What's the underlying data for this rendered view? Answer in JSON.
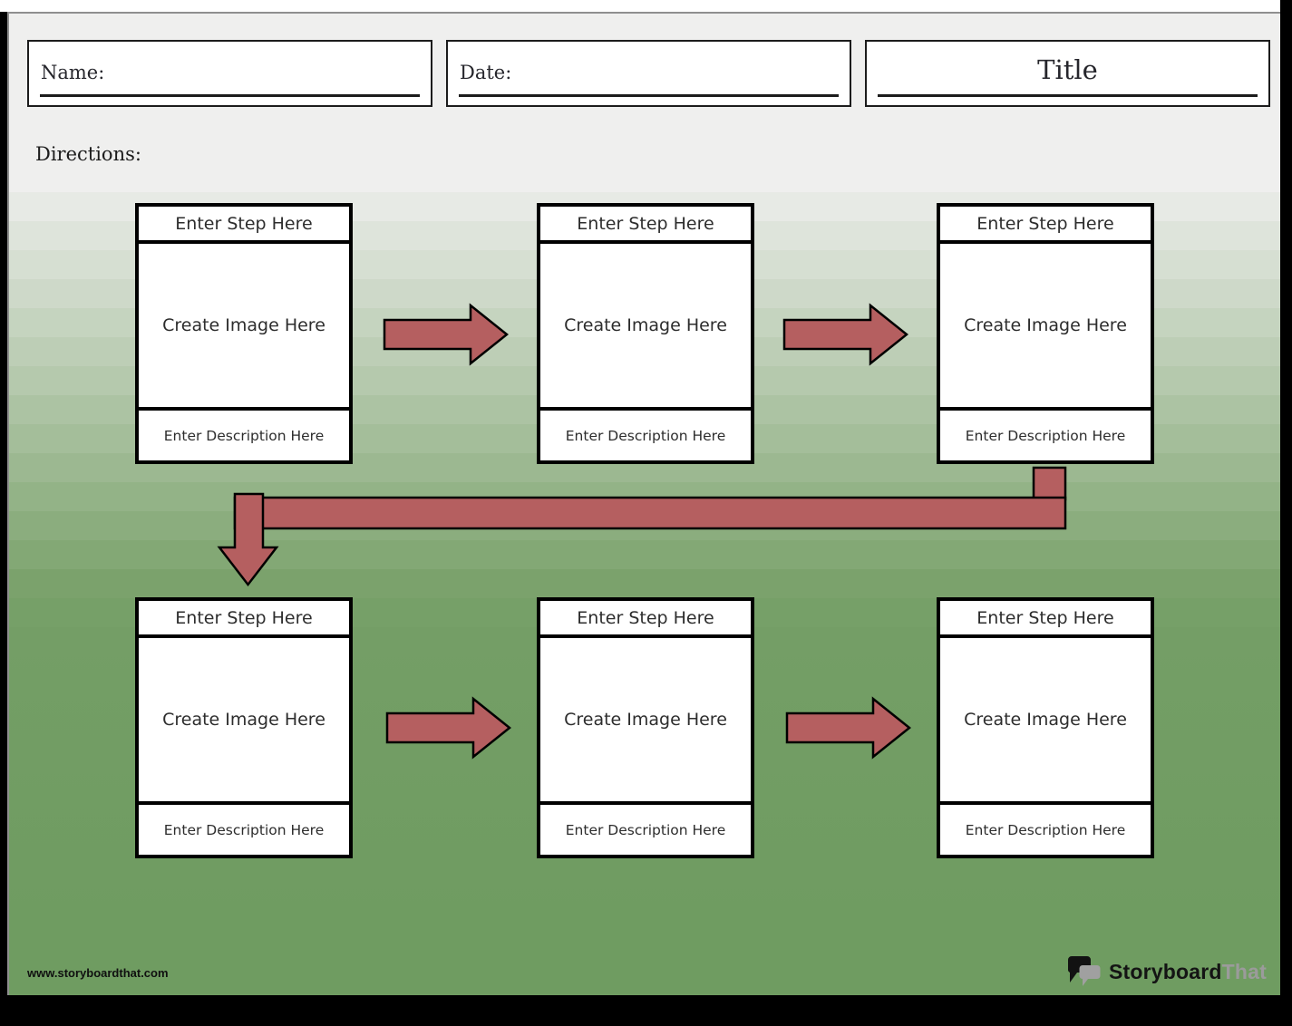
{
  "header": {
    "name_label": "Name:",
    "date_label": "Date:",
    "title": "Title"
  },
  "directions": {
    "label": "Directions:"
  },
  "steps": [
    {
      "step": "Enter Step Here",
      "image": "Create Image Here",
      "description": "Enter Description Here"
    },
    {
      "step": "Enter Step Here",
      "image": "Create Image Here",
      "description": "Enter Description Here"
    },
    {
      "step": "Enter Step Here",
      "image": "Create Image Here",
      "description": "Enter Description Here"
    },
    {
      "step": "Enter Step Here",
      "image": "Create Image Here",
      "description": "Enter Description Here"
    },
    {
      "step": "Enter Step Here",
      "image": "Create Image Here",
      "description": "Enter Description Here"
    },
    {
      "step": "Enter Step Here",
      "image": "Create Image Here",
      "description": "Enter Description Here"
    }
  ],
  "footer": {
    "website": "www.storyboardthat.com",
    "logo_text_primary": "Storyboard",
    "logo_text_secondary": "That"
  },
  "colors": {
    "arrow_fill": "#b55f60",
    "outline": "#000000",
    "page_gradient_top": "#efefee",
    "page_gradient_bottom": "#6f9c61",
    "logo_gray": "#9b9b9b"
  }
}
